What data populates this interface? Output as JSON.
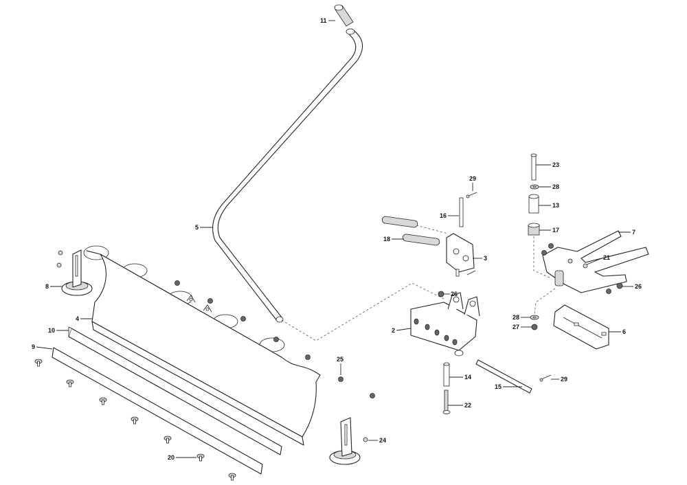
{
  "diagram": {
    "part_labels": {
      "p2": "2",
      "p3": "3",
      "p4": "4",
      "p5": "5",
      "p6": "6",
      "p7": "7",
      "p8": "8",
      "p9": "9",
      "p10": "10",
      "p11": "11",
      "p13": "13",
      "p14": "14",
      "p15": "15",
      "p16": "16",
      "p17": "17",
      "p18": "18",
      "p20": "20",
      "p21": "21",
      "p22": "22",
      "p23": "23",
      "p24": "24",
      "p25": "25",
      "p26a": "26",
      "p26b": "26",
      "p27": "27",
      "p28a": "28",
      "p28b": "28",
      "p29a": "29",
      "p29b": "29"
    }
  }
}
